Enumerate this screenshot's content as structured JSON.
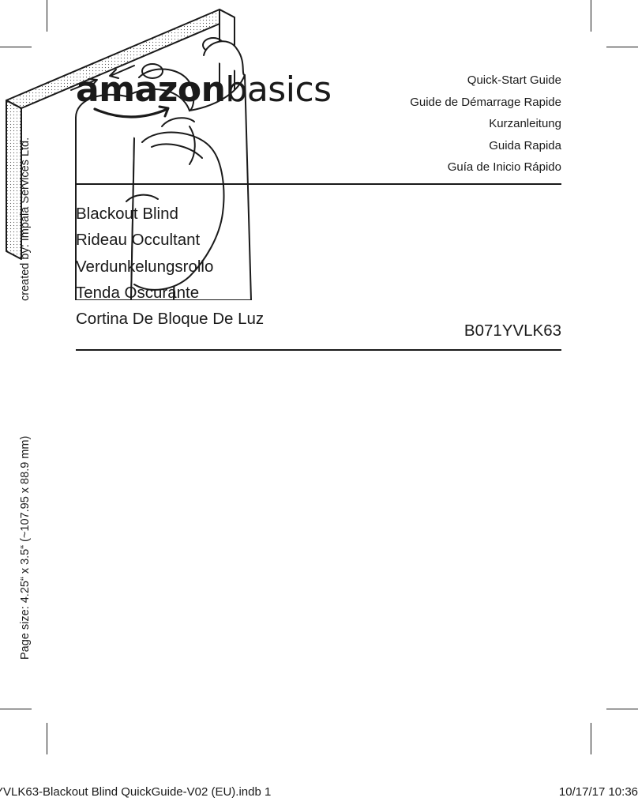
{
  "side_text": {
    "creator": "created by: Impala Services Ltd.",
    "page_size": "Page size: 4.25“ x 3.5“ (~107.95 x 88.9 mm)"
  },
  "logo": {
    "brand_bold": "amazon",
    "brand_light": "basics"
  },
  "guides": [
    "Quick-Start Guide",
    "Guide de Démarrage Rapide",
    "Kurzanleitung",
    "Guida Rapida",
    "Guía de Inicio Rápido"
  ],
  "titles": [
    "Blackout Blind",
    "Rideau Occultant",
    "Verdunkelungsrollo",
    "Tenda Oscurante",
    "Cortina De Bloque De Luz"
  ],
  "model": "B071YVLK63",
  "footer": {
    "file": "YVLK63-Blackout Blind QuickGuide-V02 (EU).indb   1",
    "datetime": "10/17/17   10:36"
  }
}
